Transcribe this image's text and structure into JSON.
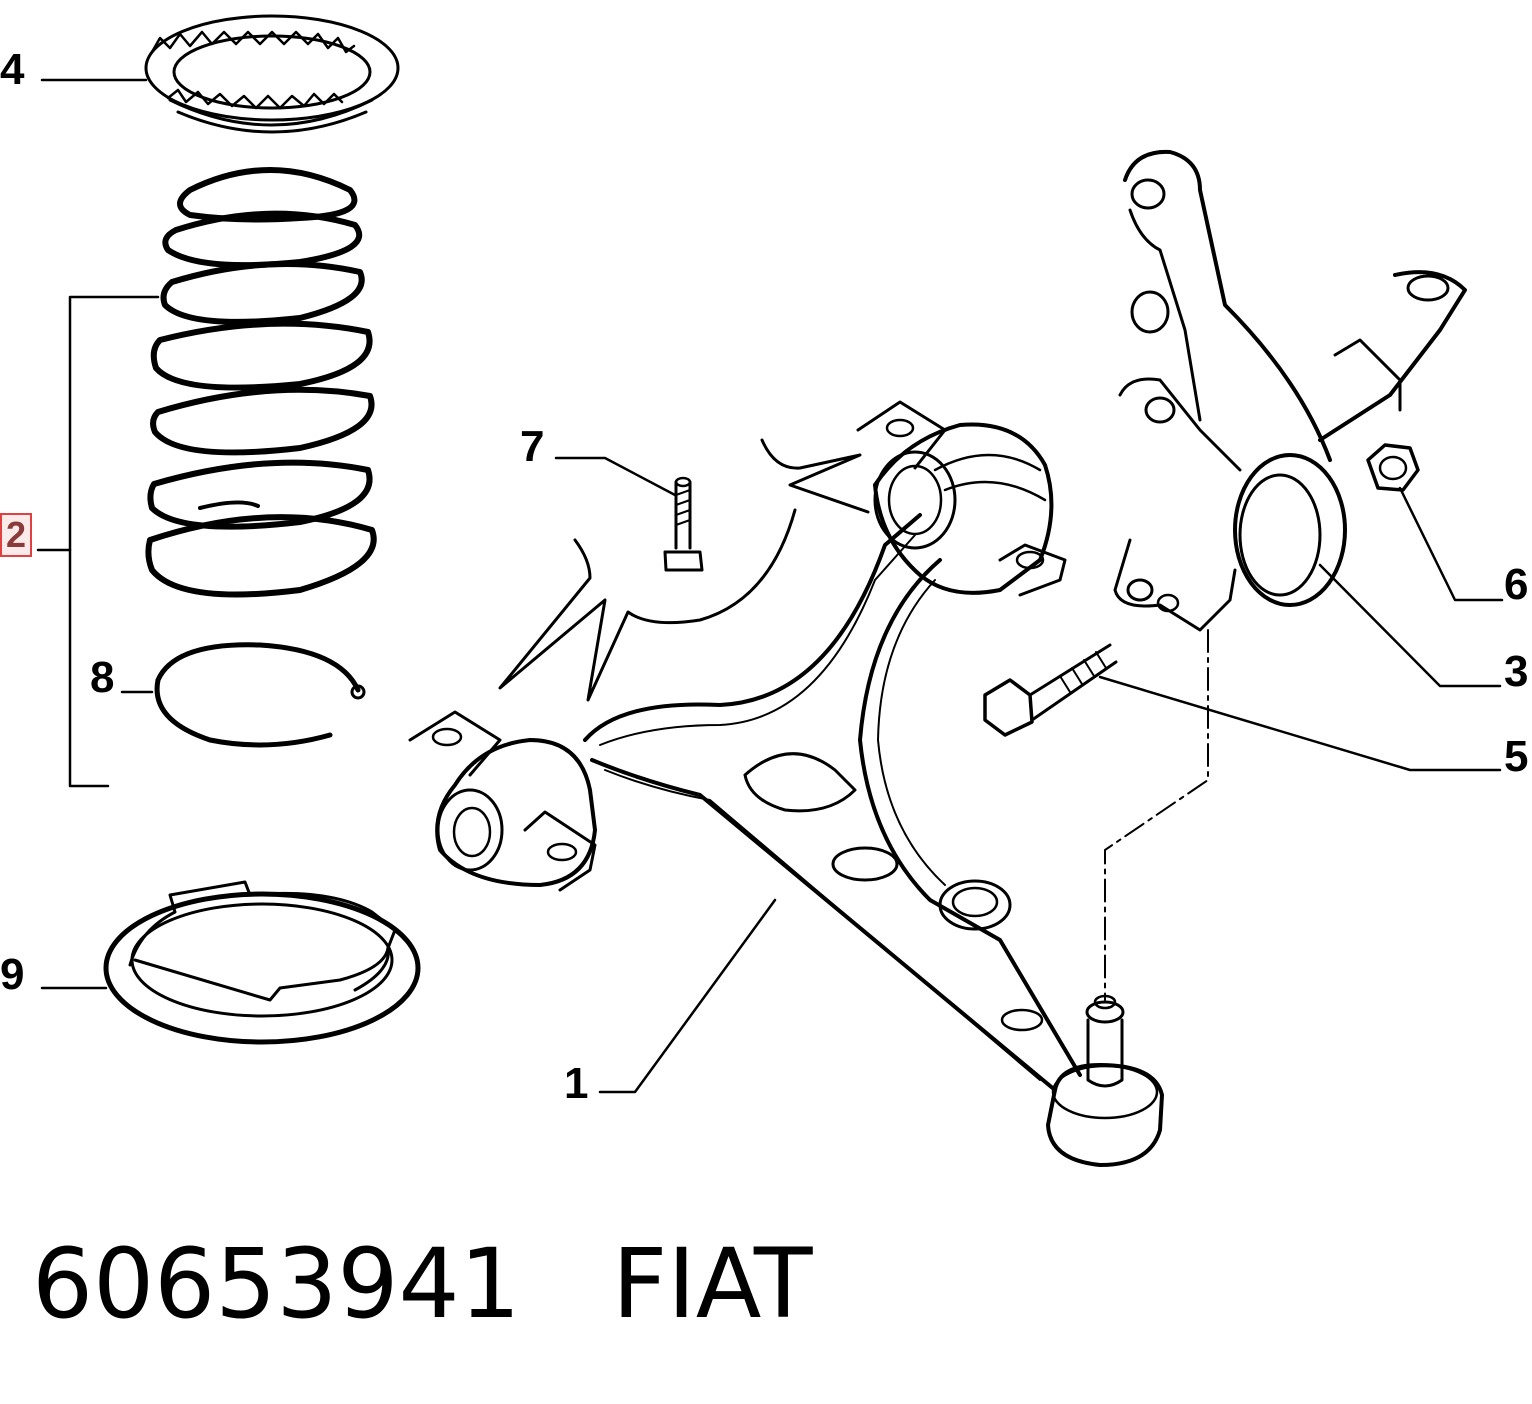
{
  "callouts": {
    "c1": "1",
    "c2": "2",
    "c3": "3",
    "c4": "4",
    "c5": "5",
    "c6": "6",
    "c7": "7",
    "c8": "8",
    "c9": "9"
  },
  "highlighted_callout": "2",
  "highlight_color": "#e04040",
  "caption": {
    "part_number": "60653941",
    "brand": "FIAT"
  }
}
